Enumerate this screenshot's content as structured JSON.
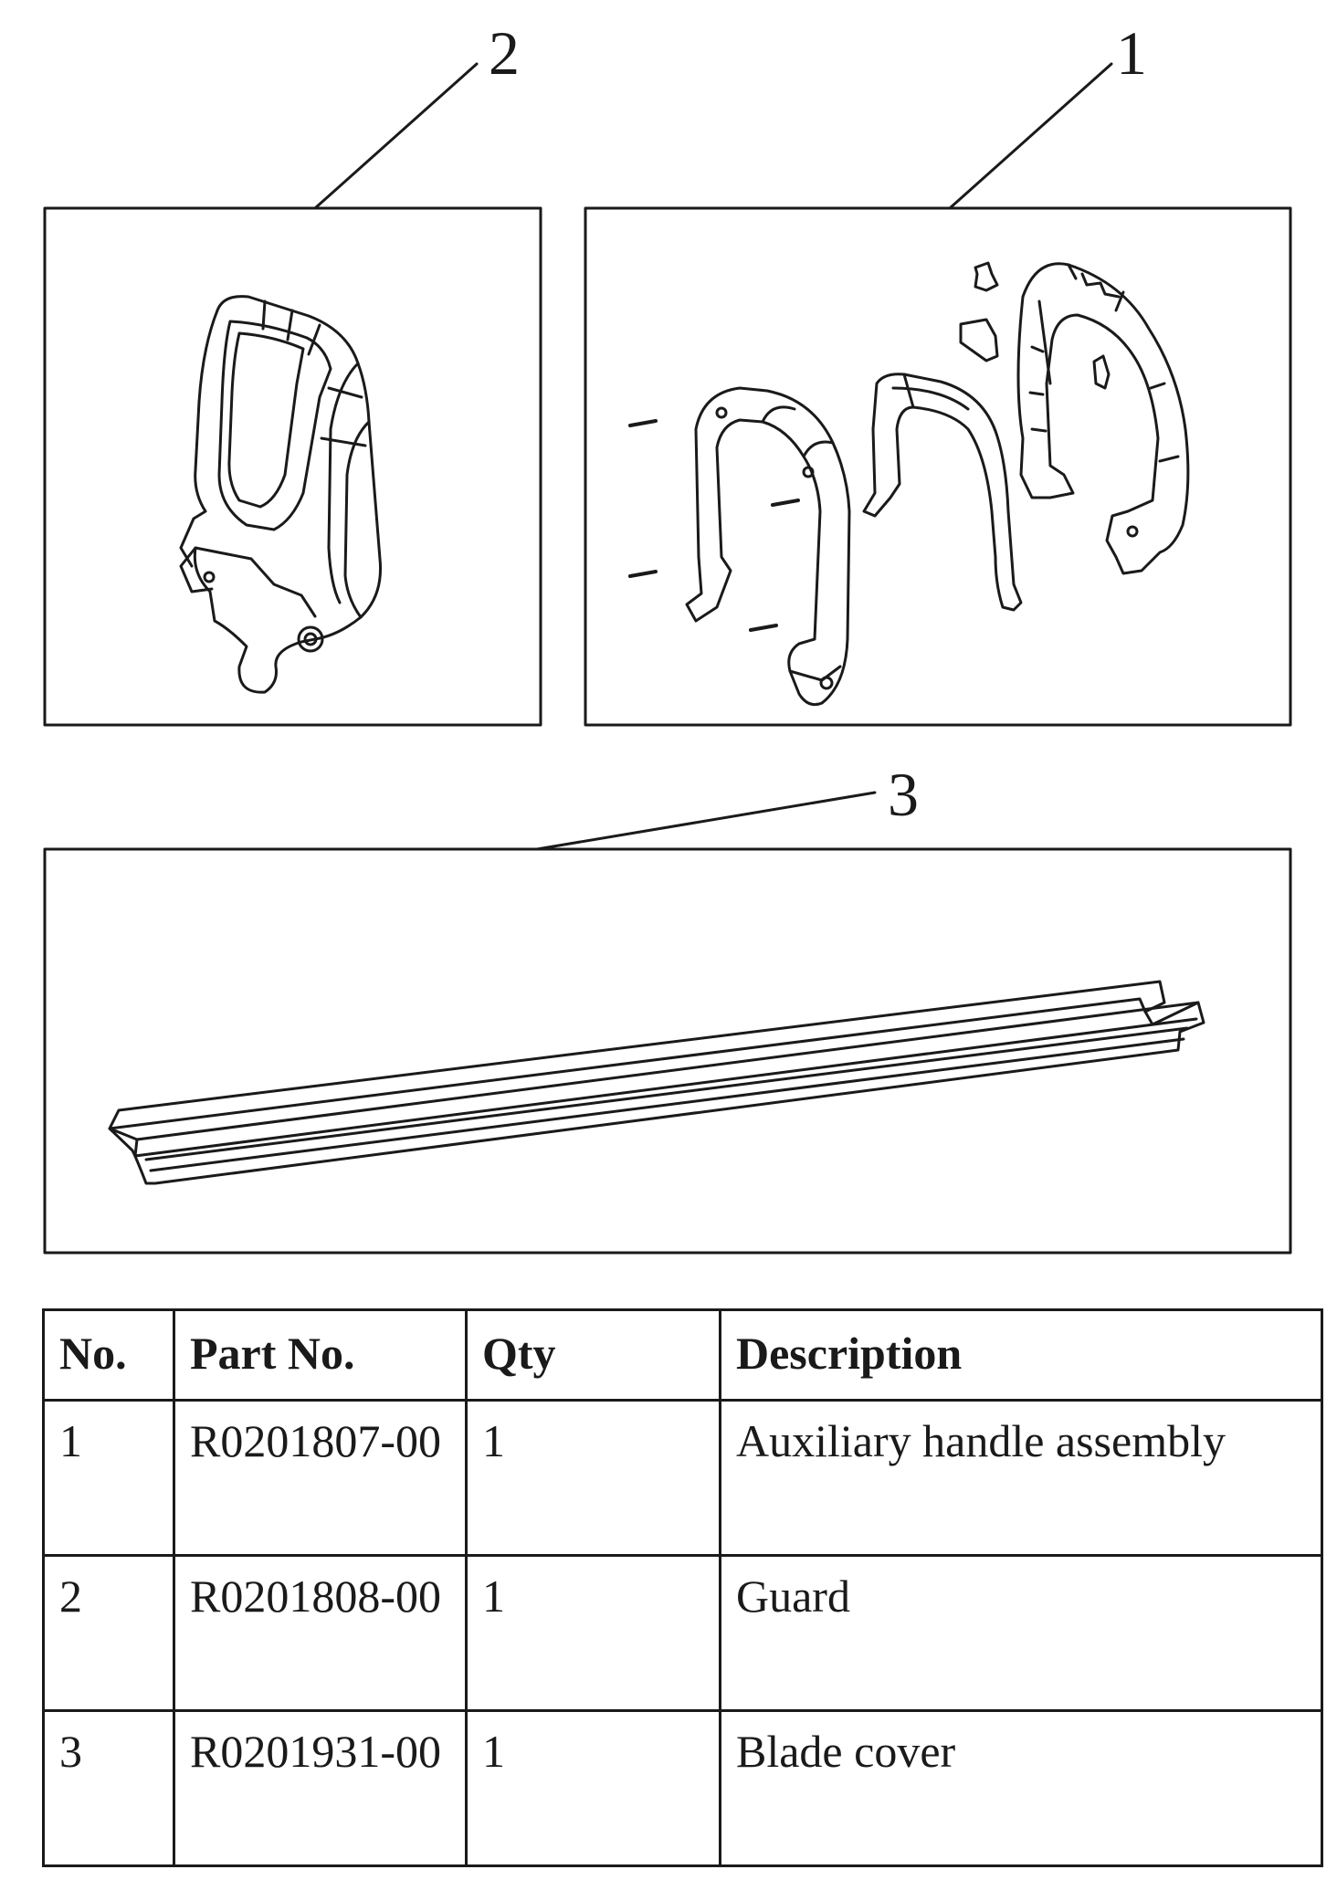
{
  "callouts": {
    "guard": "2",
    "handle_assembly": "1",
    "blade_cover": "3"
  },
  "table": {
    "headers": {
      "no": "No.",
      "part_no": "Part No.",
      "qty": "Qty",
      "description": "Description"
    },
    "rows": [
      {
        "no": "1",
        "part_no": "R0201807-00",
        "qty": "1",
        "description": "Auxiliary handle assembly"
      },
      {
        "no": "2",
        "part_no": "R0201808-00",
        "qty": "1",
        "description": "Guard"
      },
      {
        "no": "3",
        "part_no": "R0201931-00",
        "qty": "1",
        "description": "Blade cover"
      }
    ]
  }
}
